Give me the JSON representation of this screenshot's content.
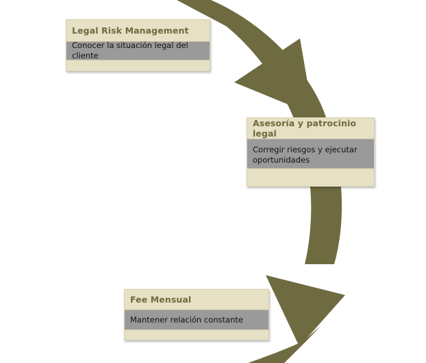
{
  "diagram": {
    "arrow_color": "#6f6b40",
    "card_background": "#e6e0c4",
    "body_background": "#9a9a9a",
    "title_color": "#6e6a3e"
  },
  "cards": [
    {
      "title": "Legal Risk Management",
      "description": "Conocer la situación legal del cliente"
    },
    {
      "title": "Asesoría y patrocinio legal",
      "description": "Corregir riesgos y ejecutar oportunidades"
    },
    {
      "title": "Fee Mensual",
      "description": "Mantener relación constante"
    }
  ]
}
